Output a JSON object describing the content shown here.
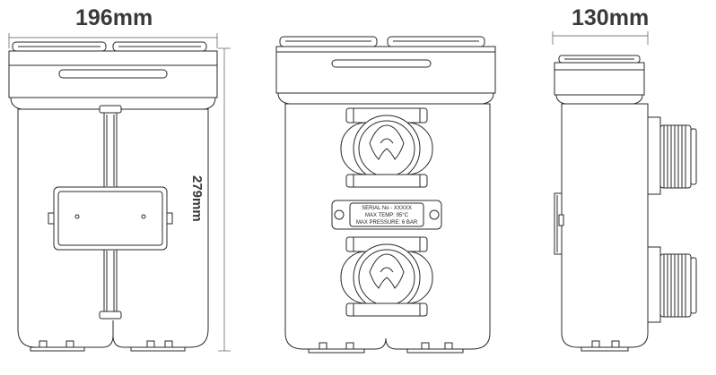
{
  "dimensions": {
    "front_width": "196mm",
    "side_width": "130mm",
    "height": "279mm"
  },
  "plate": {
    "line1": "SERIAL No - XXXXX",
    "line2": "MAX TEMP: 95°C",
    "line3": "MAX PRESSURE: 6 BAR"
  },
  "colors": {
    "line": "#2a2a2a",
    "background": "#ffffff"
  }
}
